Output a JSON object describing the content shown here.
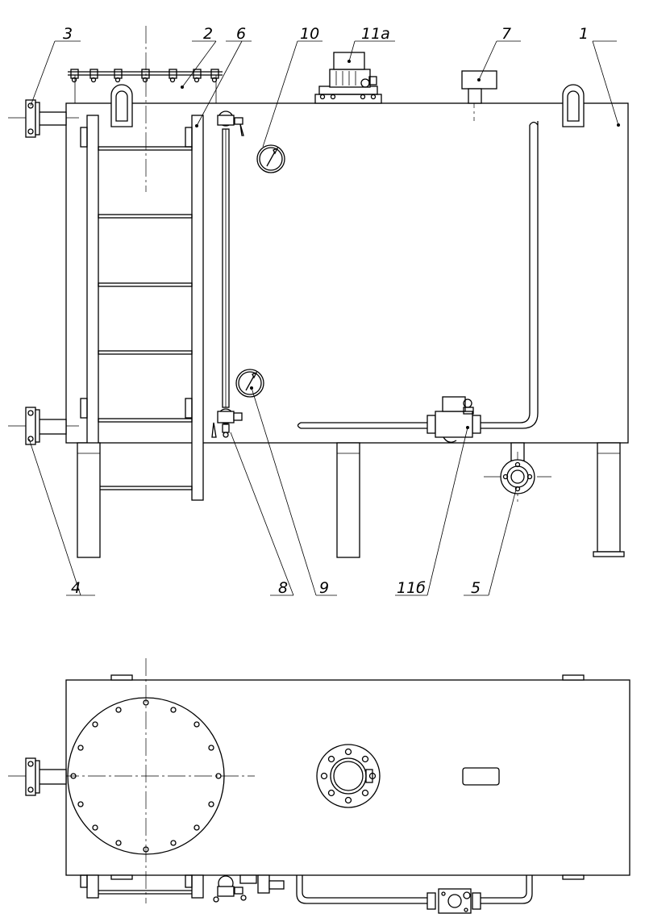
{
  "labels": {
    "p1": "1",
    "p2": "2",
    "p3": "3",
    "p4": "4",
    "p5": "5",
    "p6": "6",
    "p7": "7",
    "p8": "8",
    "p9": "9",
    "p10": "10",
    "p11a": "11а",
    "p11b": "11б"
  },
  "colors": {
    "line": "#000000",
    "background": "#ffffff"
  }
}
